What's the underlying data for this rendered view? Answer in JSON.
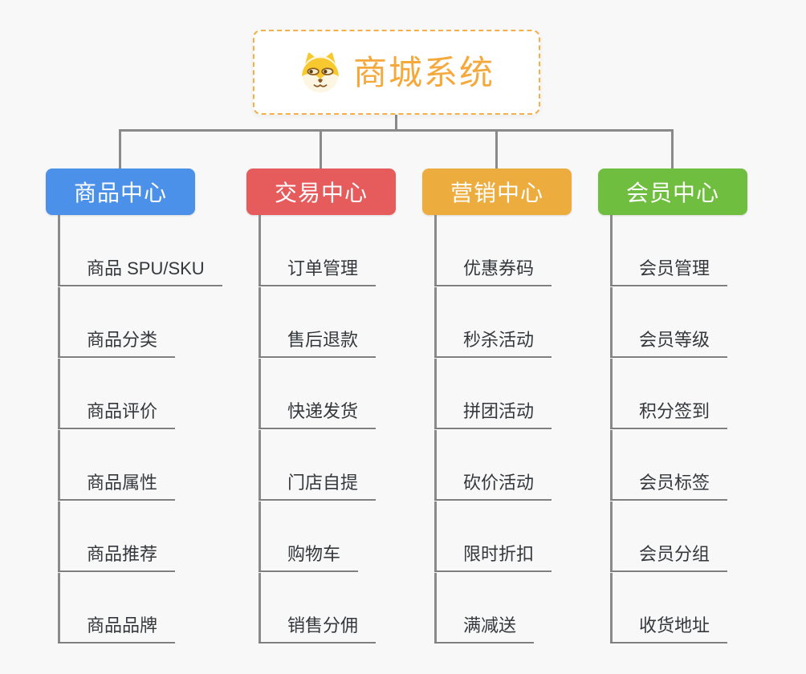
{
  "root": {
    "title": "商城系统",
    "title_color": "#F5A93C",
    "border_color": "#F3B04A",
    "icon": "doge-icon"
  },
  "connector_color": "#8A8A8A",
  "branches": [
    {
      "label": "商品中心",
      "color": "#4B91E9",
      "items": [
        "商品 SPU/SKU",
        "商品分类",
        "商品评价",
        "商品属性",
        "商品推荐",
        "商品品牌"
      ]
    },
    {
      "label": "交易中心",
      "color": "#E65C5C",
      "items": [
        "订单管理",
        "售后退款",
        "快递发货",
        "门店自提",
        "购物车",
        "销售分佣"
      ]
    },
    {
      "label": "营销中心",
      "color": "#EDAC3E",
      "items": [
        "优惠券码",
        "秒杀活动",
        "拼团活动",
        "砍价活动",
        "限时折扣",
        "满减送"
      ]
    },
    {
      "label": "会员中心",
      "color": "#70BE3F",
      "items": [
        "会员管理",
        "会员等级",
        "积分签到",
        "会员标签",
        "会员分组",
        "收货地址"
      ]
    }
  ]
}
